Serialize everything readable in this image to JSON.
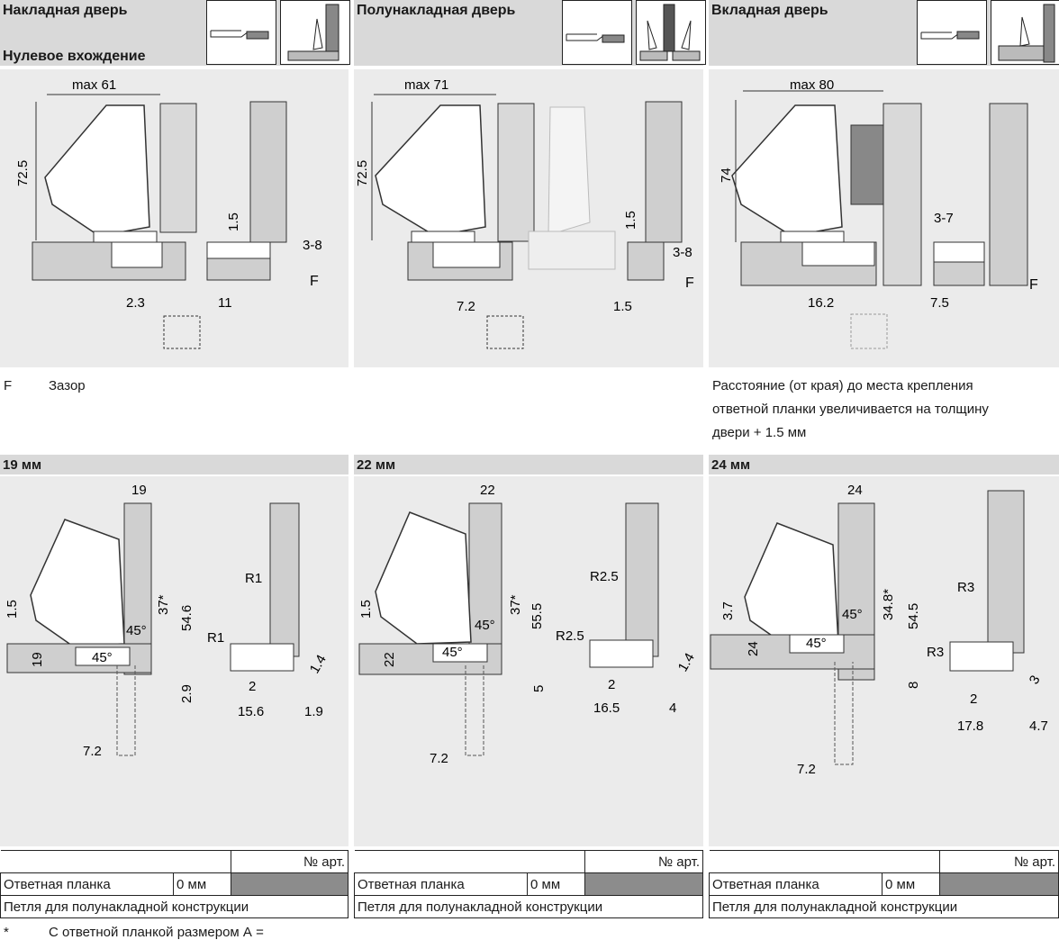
{
  "door_types": [
    {
      "title": "Накладная дверь",
      "subtitle": "Нулевое вхождение",
      "max_label": "max 61",
      "height": "72.5",
      "dims": [
        "1.5",
        "3-8",
        "F",
        "2.3",
        "11"
      ]
    },
    {
      "title": "Полунакладная дверь",
      "max_label": "max 71",
      "height": "72.5",
      "dims": [
        "1.5",
        "3-8",
        "F",
        "7.2",
        "1.5"
      ]
    },
    {
      "title": "Вкладная дверь",
      "max_label": "max 80",
      "height": "74",
      "dims": [
        "3-7",
        "F",
        "16.2",
        "7.5"
      ]
    }
  ],
  "legend": {
    "key": "F",
    "text": "Зазор"
  },
  "insert_note": [
    "Расстояние (от края) до места крепления",
    "ответной планки увеличивается на толщину",
    "двери + 1.5 мм"
  ],
  "thickness_sections": [
    {
      "title": "19 мм",
      "thickness": "19",
      "reveal": "37*",
      "total": "54.6",
      "left_h": "1.5",
      "door": "19",
      "angle": "45°",
      "gap": "2.9",
      "offset": "7.2",
      "radius": "R1",
      "r_dim": "1.4",
      "d1": "2",
      "d2": "15.6",
      "d3": "1.9"
    },
    {
      "title": "22 мм",
      "thickness": "22",
      "reveal": "37*",
      "total": "55.5",
      "left_h": "1.5",
      "door": "22",
      "angle": "45°",
      "gap": "5",
      "offset": "7.2",
      "radius": "R2.5",
      "r_dim": "1.4",
      "d1": "2",
      "d2": "16.5",
      "d3": "4"
    },
    {
      "title": "24 мм",
      "thickness": "24",
      "reveal": "34.8*",
      "total": "54.5",
      "left_h": "3.7",
      "door": "24",
      "angle": "45°",
      "gap": "8",
      "offset": "7.2",
      "radius": "R3",
      "r_dim": "3",
      "d1": "2",
      "d2": "17.8",
      "d3": "4.7"
    }
  ],
  "article_table": {
    "no_art": "№ арт.",
    "plate": "Ответная планка",
    "plate_val": "0 мм",
    "hinge": "Петля для полунакладной конструкции"
  },
  "footnote": {
    "mark": "*",
    "text": "С ответной планкой размером А ="
  }
}
